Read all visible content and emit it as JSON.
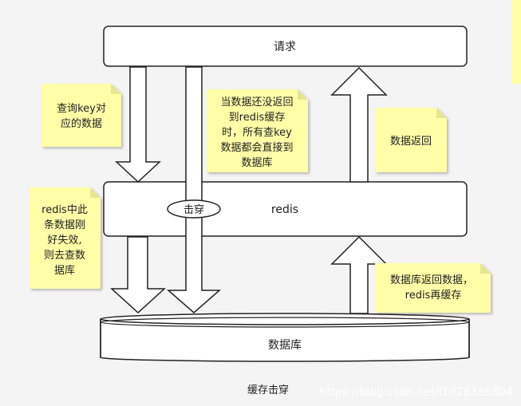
{
  "boxes": {
    "request": "请求",
    "redis": "redis",
    "database": "数据库",
    "penetrate": "击穿"
  },
  "notes": {
    "query_key": [
      "查询key对",
      "应的数据"
    ],
    "no_return": [
      "当数据还没返回",
      "到redis缓存",
      "时，所有查key",
      "数据都会直接到",
      "数据库"
    ],
    "data_return": [
      "数据返回"
    ],
    "expire": [
      "redis中此",
      "条数据刚",
      "好失效,",
      "则去查数",
      "据库"
    ],
    "db_return": [
      "数据库返回数据，",
      "redis再缓存"
    ]
  },
  "caption": "缓存击穿",
  "watermark": "https://blog.csdn.net/l1028386804",
  "colors": {
    "note_fill": "#ffffa8",
    "box_fill": "#ffffff",
    "stroke": "#222222",
    "background": "#f4f4f4"
  }
}
